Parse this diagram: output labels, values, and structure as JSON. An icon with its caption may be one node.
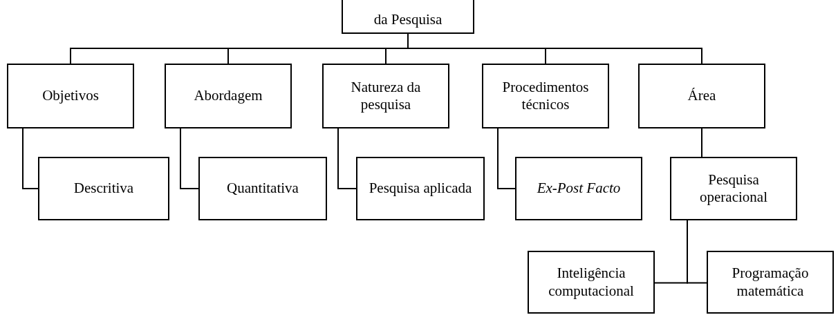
{
  "diagram": {
    "nodes": [
      {
        "text": [
          "da Pesquisa"
        ]
      },
      {
        "text": [
          "Objetivos"
        ]
      },
      {
        "text": [
          "Abordagem"
        ]
      },
      {
        "text": [
          "Natureza da pesquisa"
        ]
      },
      {
        "text": [
          "Procedimentos técnicos"
        ]
      },
      {
        "text": [
          "Área"
        ]
      },
      {
        "text": [
          "Descritiva"
        ]
      },
      {
        "text": [
          "Quantitativa"
        ]
      },
      {
        "text": [
          "Pesquisa aplicada"
        ]
      },
      {
        "text": [
          "Ex-Post Facto"
        ]
      },
      {
        "text": [
          "Pesquisa operacional"
        ]
      },
      {
        "text": [
          "Inteligência computacional"
        ]
      },
      {
        "text": [
          "Programação matemática"
        ]
      }
    ],
    "edges": [
      {
        "from": 0,
        "to": 1,
        "arrow": "none"
      },
      {
        "from": 0,
        "to": 2,
        "arrow": "none"
      },
      {
        "from": 0,
        "to": 3,
        "arrow": "none"
      },
      {
        "from": 0,
        "to": 4,
        "arrow": "none"
      },
      {
        "from": 0,
        "to": 5,
        "arrow": "none"
      },
      {
        "from": 1,
        "to": 6,
        "arrow": "none"
      },
      {
        "from": 2,
        "to": 7,
        "arrow": "none"
      },
      {
        "from": 3,
        "to": 8,
        "arrow": "none"
      },
      {
        "from": 4,
        "to": 9,
        "arrow": "none"
      },
      {
        "from": 5,
        "to": 10,
        "arrow": "none"
      },
      {
        "from": 10,
        "to": 11,
        "arrow": "none"
      },
      {
        "from": 10,
        "to": 12,
        "arrow": "none"
      }
    ]
  }
}
